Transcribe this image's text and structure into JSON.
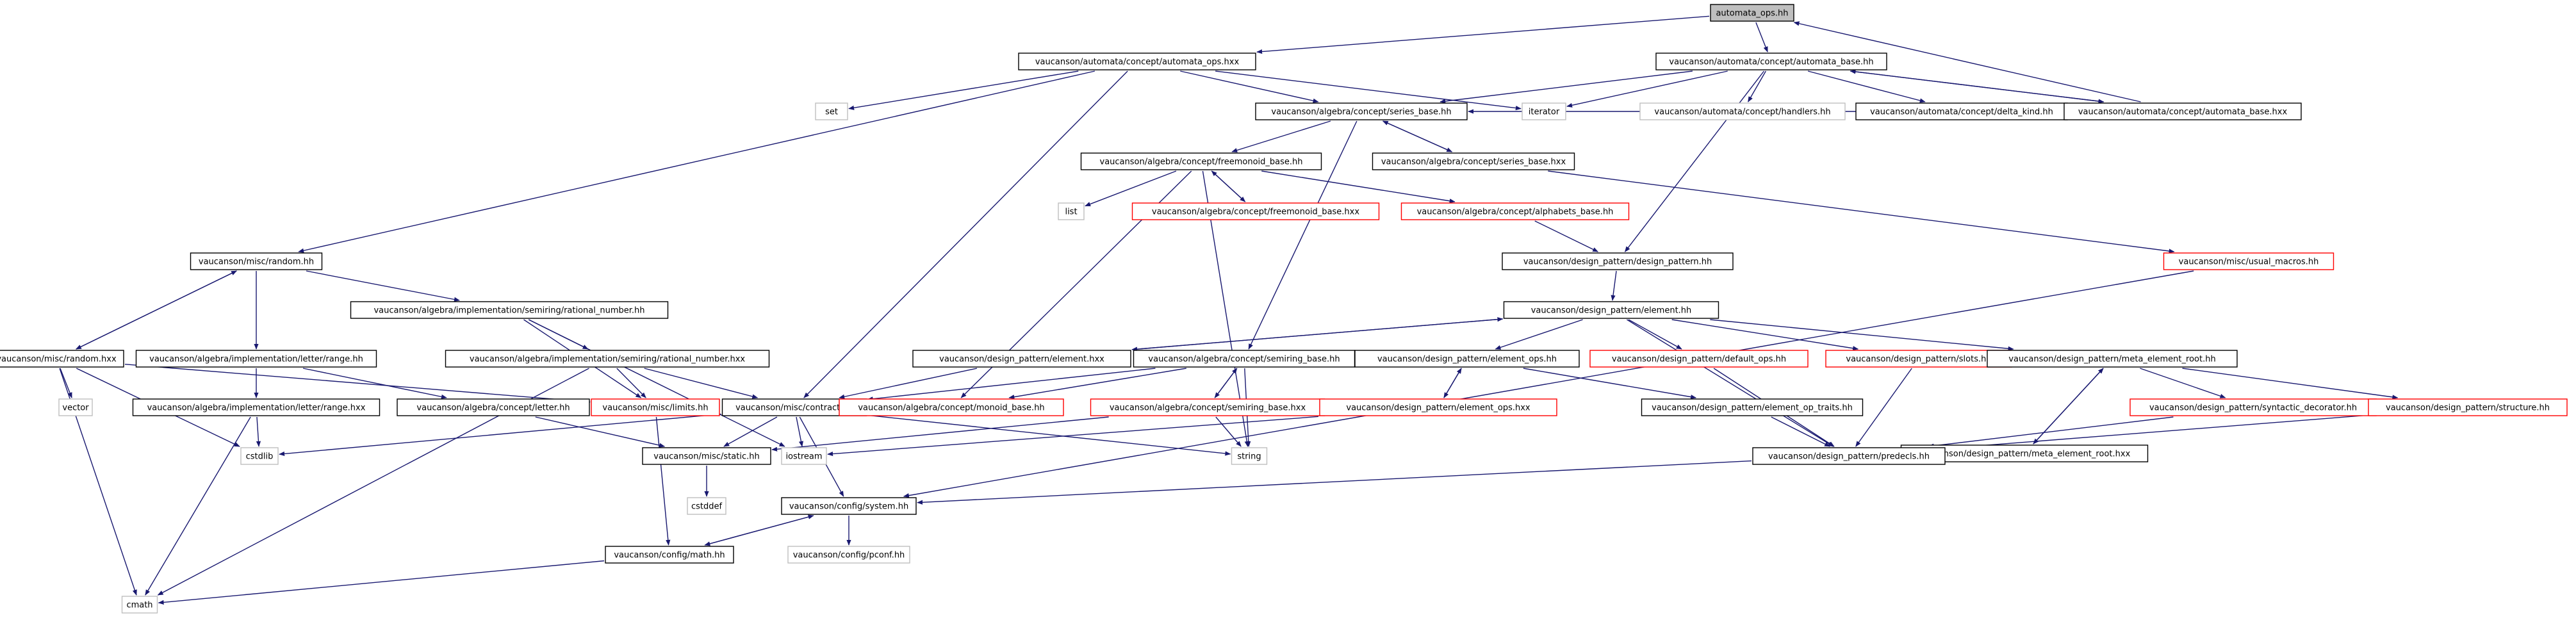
{
  "graph": {
    "nodes": [
      {
        "id": "automata_ops_hh",
        "label": "automata_ops.hh",
        "style": "root"
      },
      {
        "id": "automata_ops_hxx",
        "label": "vaucanson/automata/concept/automata_ops.hxx",
        "style": "black"
      },
      {
        "id": "automata_base_hh",
        "label": "vaucanson/automata/concept/automata_base.hh",
        "style": "black"
      },
      {
        "id": "series_base_hh",
        "label": "vaucanson/algebra/concept/series_base.hh",
        "style": "black"
      },
      {
        "id": "set",
        "label": "set",
        "style": "gray"
      },
      {
        "id": "iterator",
        "label": "iterator",
        "style": "gray"
      },
      {
        "id": "handlers_hh",
        "label": "vaucanson/automata/concept/handlers.hh",
        "style": "gray"
      },
      {
        "id": "delta_kind_hh",
        "label": "vaucanson/automata/concept/delta_kind.hh",
        "style": "black"
      },
      {
        "id": "automata_base_hxx",
        "label": "vaucanson/automata/concept/automata_base.hxx",
        "style": "black"
      },
      {
        "id": "freemonoid_base_hh",
        "label": "vaucanson/algebra/concept/freemonoid_base.hh",
        "style": "black"
      },
      {
        "id": "series_base_hxx",
        "label": "vaucanson/algebra/concept/series_base.hxx",
        "style": "black"
      },
      {
        "id": "list",
        "label": "list",
        "style": "gray"
      },
      {
        "id": "freemonoid_base_hxx",
        "label": "vaucanson/algebra/concept/freemonoid_base.hxx",
        "style": "red"
      },
      {
        "id": "alphabets_base_hh",
        "label": "vaucanson/algebra/concept/alphabets_base.hh",
        "style": "red"
      },
      {
        "id": "usual_macros_hh",
        "label": "vaucanson/misc/usual_macros.hh",
        "style": "red"
      },
      {
        "id": "random_hh",
        "label": "vaucanson/misc/random.hh",
        "style": "black"
      },
      {
        "id": "design_pattern_hh",
        "label": "vaucanson/design_pattern/design_pattern.hh",
        "style": "black"
      },
      {
        "id": "rational_number_hh",
        "label": "vaucanson/algebra/implementation/semiring/rational_number.hh",
        "style": "black"
      },
      {
        "id": "element_hh",
        "label": "vaucanson/design_pattern/element.hh",
        "style": "black"
      },
      {
        "id": "random_hxx",
        "label": "vaucanson/misc/random.hxx",
        "style": "black"
      },
      {
        "id": "letter_range_hh",
        "label": "vaucanson/algebra/implementation/letter/range.hh",
        "style": "black"
      },
      {
        "id": "rational_number_hxx",
        "label": "vaucanson/algebra/implementation/semiring/rational_number.hxx",
        "style": "black"
      },
      {
        "id": "element_hxx",
        "label": "vaucanson/design_pattern/element.hxx",
        "style": "black"
      },
      {
        "id": "semiring_base_hh",
        "label": "vaucanson/algebra/concept/semiring_base.hh",
        "style": "black"
      },
      {
        "id": "element_ops_hh",
        "label": "vaucanson/design_pattern/element_ops.hh",
        "style": "black"
      },
      {
        "id": "default_ops_hh",
        "label": "vaucanson/design_pattern/default_ops.hh",
        "style": "red"
      },
      {
        "id": "slots_hh",
        "label": "vaucanson/design_pattern/slots.hh",
        "style": "red"
      },
      {
        "id": "meta_element_root_hh",
        "label": "vaucanson/design_pattern/meta_element_root.hh",
        "style": "black"
      },
      {
        "id": "vector",
        "label": "vector",
        "style": "gray"
      },
      {
        "id": "letter_range_hxx",
        "label": "vaucanson/algebra/implementation/letter/range.hxx",
        "style": "black"
      },
      {
        "id": "letter_hh",
        "label": "vaucanson/algebra/concept/letter.hh",
        "style": "black"
      },
      {
        "id": "limits_hh",
        "label": "vaucanson/misc/limits.hh",
        "style": "red"
      },
      {
        "id": "contract_hh",
        "label": "vaucanson/misc/contract.hh",
        "style": "black"
      },
      {
        "id": "monoid_base_hh",
        "label": "vaucanson/algebra/concept/monoid_base.hh",
        "style": "red"
      },
      {
        "id": "semiring_base_hxx",
        "label": "vaucanson/algebra/concept/semiring_base.hxx",
        "style": "red"
      },
      {
        "id": "element_ops_hxx",
        "label": "vaucanson/design_pattern/element_ops.hxx",
        "style": "red"
      },
      {
        "id": "element_op_traits_hh",
        "label": "vaucanson/design_pattern/element_op_traits.hh",
        "style": "black"
      },
      {
        "id": "meta_element_root_hxx",
        "label": "vaucanson/design_pattern/meta_element_root.hxx",
        "style": "black"
      },
      {
        "id": "syntactic_decorator_hh",
        "label": "vaucanson/design_pattern/syntactic_decorator.hh",
        "style": "red"
      },
      {
        "id": "structure_hh",
        "label": "vaucanson/design_pattern/structure.hh",
        "style": "red"
      },
      {
        "id": "cstdlib",
        "label": "cstdlib",
        "style": "gray"
      },
      {
        "id": "static_hh",
        "label": "vaucanson/misc/static.hh",
        "style": "black"
      },
      {
        "id": "iostream",
        "label": "iostream",
        "style": "gray"
      },
      {
        "id": "string",
        "label": "string",
        "style": "gray"
      },
      {
        "id": "predecls_hh",
        "label": "vaucanson/design_pattern/predecls.hh",
        "style": "black"
      },
      {
        "id": "cstddef",
        "label": "cstddef",
        "style": "gray"
      },
      {
        "id": "system_hh",
        "label": "vaucanson/config/system.hh",
        "style": "black"
      },
      {
        "id": "math_hh",
        "label": "vaucanson/config/math.hh",
        "style": "black"
      },
      {
        "id": "pconf_hh",
        "label": "vaucanson/config/pconf.hh",
        "style": "gray"
      },
      {
        "id": "cmath",
        "label": "cmath",
        "style": "gray"
      }
    ],
    "edges": [
      [
        "automata_ops_hh",
        "automata_ops_hxx"
      ],
      [
        "automata_ops_hh",
        "automata_base_hh"
      ],
      [
        "automata_ops_hxx",
        "series_base_hh"
      ],
      [
        "automata_ops_hxx",
        "set"
      ],
      [
        "automata_ops_hxx",
        "iterator"
      ],
      [
        "automata_ops_hxx",
        "random_hh"
      ],
      [
        "automata_ops_hxx",
        "contract_hh"
      ],
      [
        "automata_base_hh",
        "series_base_hh"
      ],
      [
        "automata_base_hh",
        "iterator"
      ],
      [
        "automata_base_hh",
        "handlers_hh"
      ],
      [
        "automata_base_hh",
        "delta_kind_hh"
      ],
      [
        "automata_base_hh",
        "automata_base_hxx"
      ],
      [
        "automata_base_hh",
        "design_pattern_hh"
      ],
      [
        "automata_base_hxx",
        "automata_ops_hh"
      ],
      [
        "automata_base_hxx",
        "automata_base_hh"
      ],
      [
        "automata_base_hxx",
        "series_base_hh"
      ],
      [
        "series_base_hh",
        "freemonoid_base_hh"
      ],
      [
        "series_base_hh",
        "series_base_hxx"
      ],
      [
        "series_base_hh",
        "semiring_base_hh"
      ],
      [
        "series_base_hxx",
        "series_base_hh"
      ],
      [
        "series_base_hxx",
        "usual_macros_hh"
      ],
      [
        "freemonoid_base_hh",
        "list"
      ],
      [
        "freemonoid_base_hh",
        "freemonoid_base_hxx"
      ],
      [
        "freemonoid_base_hh",
        "alphabets_base_hh"
      ],
      [
        "freemonoid_base_hh",
        "monoid_base_hh"
      ],
      [
        "freemonoid_base_hh",
        "string"
      ],
      [
        "freemonoid_base_hxx",
        "freemonoid_base_hh"
      ],
      [
        "alphabets_base_hh",
        "design_pattern_hh"
      ],
      [
        "usual_macros_hh",
        "system_hh"
      ],
      [
        "design_pattern_hh",
        "element_hh"
      ],
      [
        "element_hh",
        "element_hxx"
      ],
      [
        "element_hh",
        "element_ops_hh"
      ],
      [
        "element_hh",
        "default_ops_hh"
      ],
      [
        "element_hh",
        "slots_hh"
      ],
      [
        "element_hh",
        "meta_element_root_hh"
      ],
      [
        "element_hh",
        "predecls_hh"
      ],
      [
        "element_hxx",
        "element_hh"
      ],
      [
        "element_hxx",
        "contract_hh"
      ],
      [
        "random_hh",
        "random_hxx"
      ],
      [
        "random_hh",
        "letter_range_hh"
      ],
      [
        "random_hh",
        "rational_number_hh"
      ],
      [
        "random_hxx",
        "random_hh"
      ],
      [
        "random_hxx",
        "vector"
      ],
      [
        "random_hxx",
        "cstdlib"
      ],
      [
        "random_hxx",
        "limits_hh"
      ],
      [
        "random_hxx",
        "cmath"
      ],
      [
        "rational_number_hh",
        "rational_number_hxx"
      ],
      [
        "rational_number_hh",
        "limits_hh"
      ],
      [
        "rational_number_hh",
        "iostream"
      ],
      [
        "rational_number_hxx",
        "contract_hh"
      ],
      [
        "rational_number_hxx",
        "limits_hh"
      ],
      [
        "rational_number_hxx",
        "cmath"
      ],
      [
        "letter_range_hh",
        "letter_range_hxx"
      ],
      [
        "letter_range_hh",
        "letter_hh"
      ],
      [
        "letter_range_hxx",
        "cstdlib"
      ],
      [
        "letter_range_hxx",
        "cmath"
      ],
      [
        "letter_hh",
        "static_hh"
      ],
      [
        "limits_hh",
        "math_hh"
      ],
      [
        "semiring_base_hh",
        "semiring_base_hxx"
      ],
      [
        "semiring_base_hh",
        "monoid_base_hh"
      ],
      [
        "semiring_base_hh",
        "contract_hh"
      ],
      [
        "semiring_base_hh",
        "string"
      ],
      [
        "semiring_base_hxx",
        "semiring_base_hh"
      ],
      [
        "semiring_base_hxx",
        "string"
      ],
      [
        "semiring_base_hxx",
        "static_hh"
      ],
      [
        "element_ops_hh",
        "element_ops_hxx"
      ],
      [
        "element_ops_hh",
        "element_op_traits_hh"
      ],
      [
        "element_ops_hxx",
        "element_ops_hh"
      ],
      [
        "element_ops_hxx",
        "iostream"
      ],
      [
        "element_op_traits_hh",
        "predecls_hh"
      ],
      [
        "default_ops_hh",
        "predecls_hh"
      ],
      [
        "slots_hh",
        "predecls_hh"
      ],
      [
        "meta_element_root_hh",
        "meta_element_root_hxx"
      ],
      [
        "meta_element_root_hh",
        "syntactic_decorator_hh"
      ],
      [
        "meta_element_root_hh",
        "structure_hh"
      ],
      [
        "meta_element_root_hxx",
        "meta_element_root_hh"
      ],
      [
        "syntactic_decorator_hh",
        "predecls_hh"
      ],
      [
        "structure_hh",
        "predecls_hh"
      ],
      [
        "predecls_hh",
        "system_hh"
      ],
      [
        "contract_hh",
        "cstdlib"
      ],
      [
        "contract_hh",
        "static_hh"
      ],
      [
        "contract_hh",
        "iostream"
      ],
      [
        "contract_hh",
        "string"
      ],
      [
        "contract_hh",
        "system_hh"
      ],
      [
        "static_hh",
        "cstddef"
      ],
      [
        "system_hh",
        "math_hh"
      ],
      [
        "system_hh",
        "pconf_hh"
      ],
      [
        "math_hh",
        "system_hh"
      ],
      [
        "math_hh",
        "cmath"
      ]
    ]
  },
  "colors": {
    "edge": "#191970",
    "black_border": "#000000",
    "red_border": "#ff0000",
    "gray_border": "#bfbfbf",
    "root_fill": "#bfbfbf",
    "fill": "#ffffff"
  }
}
